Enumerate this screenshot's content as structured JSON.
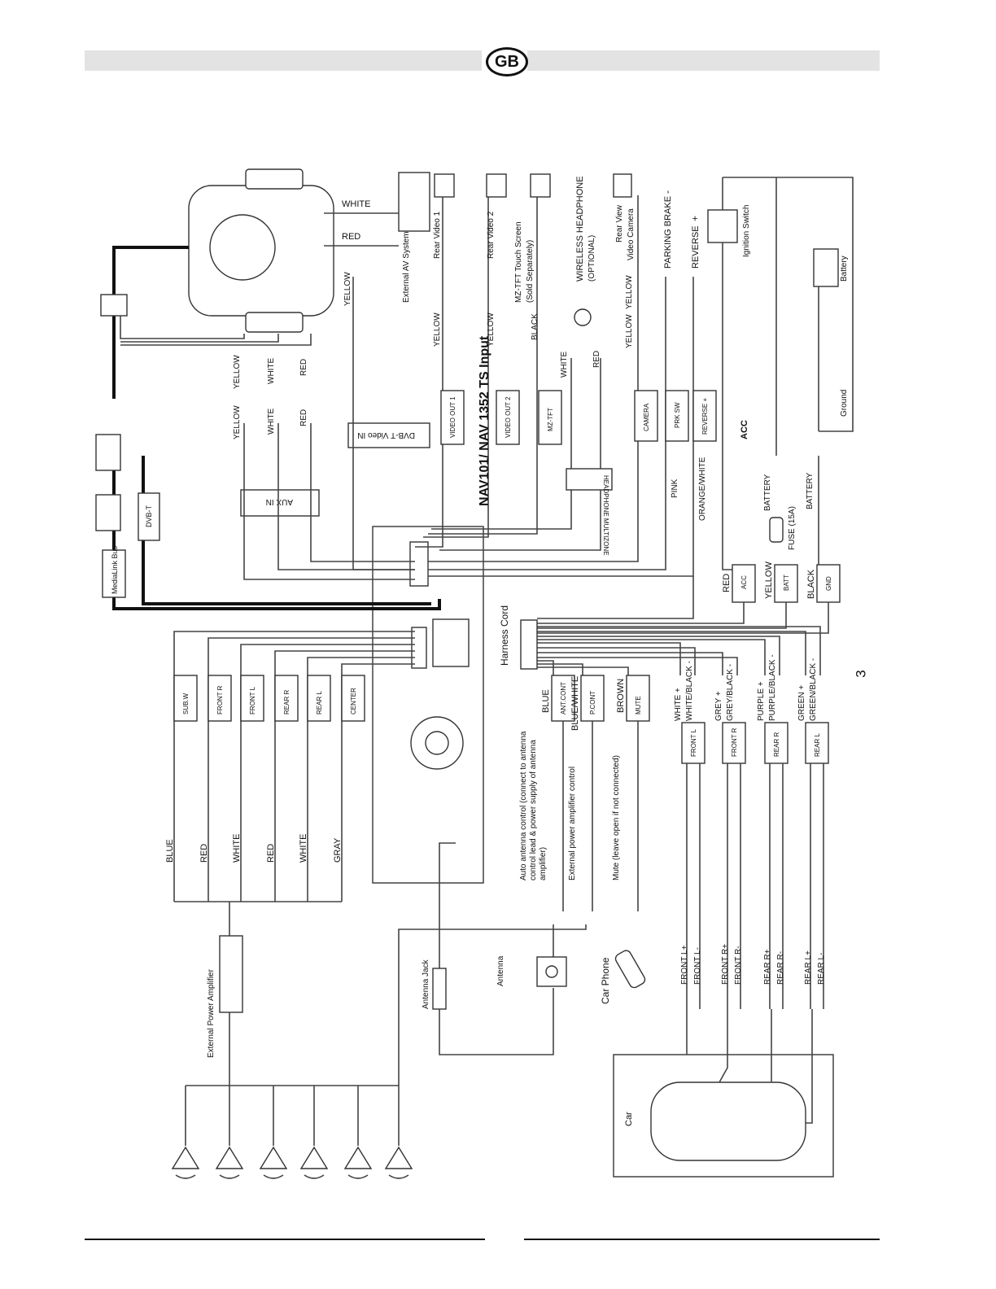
{
  "header": {
    "badge": "GB"
  },
  "footer": {
    "page_number": "3"
  },
  "diagram": {
    "title": "NAV101/ NAV 1352 TS Input",
    "harness_label": "Harness Cord",
    "top_sources": [
      {
        "id": "ext_av",
        "label": "External AV System",
        "wires": [
          "WHITE",
          "RED"
        ]
      },
      {
        "id": "rv1",
        "label": "Rear Video 1",
        "wire": "YELLOW"
      },
      {
        "id": "rv2",
        "label": "Rear Video 2",
        "wire": "YELLOW"
      },
      {
        "id": "mz",
        "label": "MZ-TFT Touch Screen",
        "sub": "(Sold Separately)",
        "wire": "BLACK"
      },
      {
        "id": "hp",
        "label": "WIRELESS HEADPHONE",
        "sub": "(OPTIONAL)",
        "wires": [
          "WHITE",
          "RED"
        ]
      },
      {
        "id": "cam",
        "label": "Rear View",
        "sub": "Video Camera",
        "wires": [
          "YELLOW",
          "YELLOW"
        ]
      },
      {
        "id": "park",
        "label": "PARKING BRAKE",
        "sign": "-"
      },
      {
        "id": "rev",
        "label": "REVERSE",
        "sign": "+"
      },
      {
        "id": "ign",
        "label": "Ignition Switch"
      },
      {
        "id": "batt",
        "label": "Battery"
      },
      {
        "id": "gnd",
        "label": "Ground"
      }
    ],
    "aux_colors": [
      "YELLOW",
      "WHITE",
      "RED"
    ],
    "aux_box": "AUX IN",
    "dvbt_label": "DVB-T Video IN",
    "dvbt_box": "DVB-T",
    "medialink_box": "MediaLink Bus",
    "video_boxes": [
      "VIDEO OUT 1",
      "VIDEO OUT 2",
      "MZ-TFT"
    ],
    "headphone_box": "HEADPHONE MULTIZONE",
    "control_boxes": [
      "CAMERA",
      "PRK SW",
      "REVERSE +"
    ],
    "pink": "PINK",
    "orange_white": "ORANGE/WHITE",
    "acc": "ACC",
    "battery_plus": "BATTERY",
    "battery_minus": "BATTERY",
    "fuse": "FUSE (15A)",
    "power_wires": [
      {
        "color": "RED",
        "box": "ACC"
      },
      {
        "color": "YELLOW",
        "box": "BATT"
      },
      {
        "color": "BLACK",
        "box": "GND"
      }
    ],
    "yellow_dvbt": "YELLOW",
    "left_outputs": [
      {
        "box": "SUB.W",
        "color": "BLUE"
      },
      {
        "box": "FRONT R",
        "color": "RED"
      },
      {
        "box": "FRONT L",
        "color": "WHITE"
      },
      {
        "box": "REAR R",
        "color": "RED"
      },
      {
        "box": "REAR L",
        "color": "WHITE"
      },
      {
        "box": "CENTER",
        "color": "GRAY"
      }
    ],
    "ext_amp": "External Power Amplifier",
    "antenna_jack": "Antenna Jack",
    "antenna": "Antenna",
    "car_phone": "Car Phone",
    "car": "Car",
    "controls": [
      {
        "color": "BLUE",
        "box": "ANT.CONT",
        "desc": "Auto antenna control (connect to antenna control lead & power supply of antenna amplifier)"
      },
      {
        "color": "BLUE/WHITE",
        "box": "P.CONT",
        "desc": "External power amplifier control"
      },
      {
        "color": "BROWN",
        "box": "MUTE",
        "desc": "Mute (leave open if not connected)"
      }
    ],
    "speakers": [
      {
        "box": "FRONT L",
        "pos": "WHITE +",
        "neg": "WHITE/BLACK -",
        "lp": "FRONT L+",
        "ln": "FRONT L-"
      },
      {
        "box": "FRONT R",
        "pos": "GREY +",
        "neg": "GREY/BLACK -",
        "lp": "FRONT R+",
        "ln": "FRONT R-"
      },
      {
        "box": "REAR R",
        "pos": "PURPLE +",
        "neg": "PURPLE/BLACK -",
        "lp": "REAR R+",
        "ln": "REAR R-"
      },
      {
        "box": "REAR L",
        "pos": "GREEN +",
        "neg": "GREEN/BLACK -",
        "lp": "REAR L+",
        "ln": "REAR L-"
      }
    ]
  }
}
